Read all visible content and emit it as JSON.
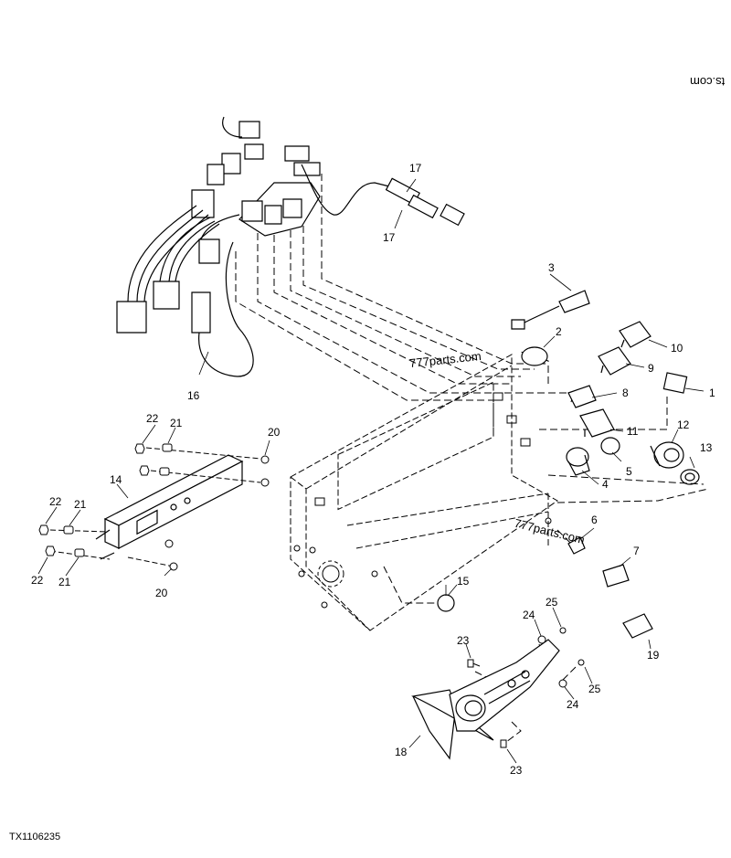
{
  "figure_id": "TX1106235",
  "watermarks": [
    "777parts.com",
    "777parts.com",
    "ts.com"
  ],
  "callouts": [
    "1",
    "2",
    "3",
    "4",
    "5",
    "6",
    "7",
    "8",
    "9",
    "10",
    "11",
    "12",
    "13",
    "14",
    "15",
    "16",
    "17",
    "17",
    "18",
    "19",
    "20",
    "20",
    "21",
    "21",
    "21",
    "22",
    "22",
    "22",
    "23",
    "23",
    "24",
    "24",
    "25",
    "25"
  ]
}
